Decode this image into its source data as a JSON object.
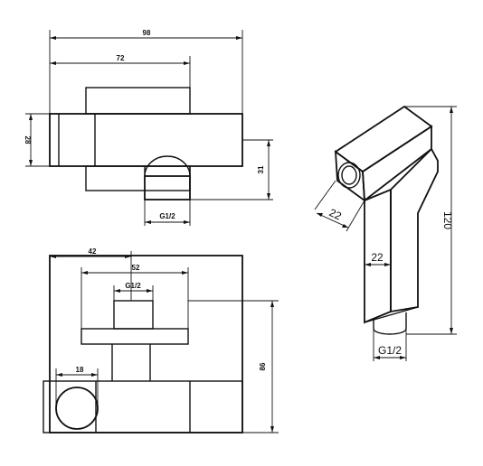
{
  "front_view": {
    "dim_overall_width": "98",
    "dim_body_width": "72",
    "dim_height_left": "28",
    "dim_height_right": "31",
    "dim_thread": "G1/2"
  },
  "top_view": {
    "dim_offset": "42",
    "dim_flange_width": "52",
    "dim_thread": "G1/2",
    "dim_bore": "18",
    "dim_height": "86"
  },
  "iso_view": {
    "dim_head_diag": "22",
    "dim_neck": "22",
    "dim_length": "120",
    "dim_thread": "G1/2"
  }
}
